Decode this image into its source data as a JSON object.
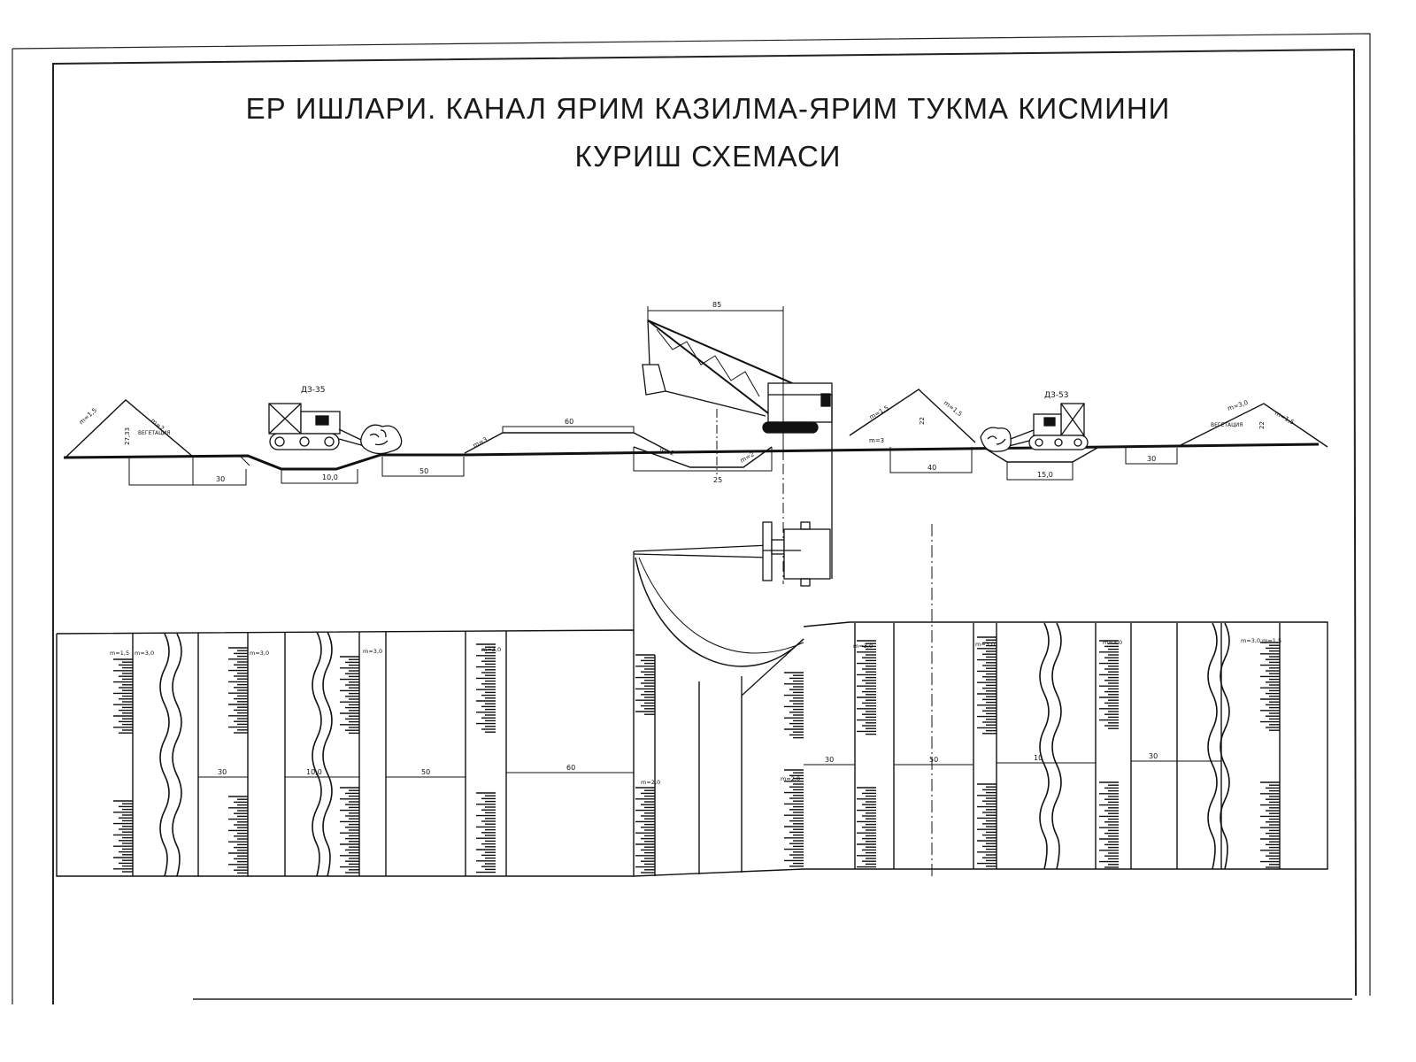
{
  "title": {
    "line1": "ЕР ИШЛАРИ. КАНАЛ ЯРИМ КАЗИЛМА-ЯРИМ ТУКМА КИСМИНИ",
    "line2": "КУРИШ СХЕМАСИ"
  },
  "machines": {
    "left_bulldozer": "ДЗ-35",
    "right_bulldozer": "ДЗ-53",
    "excavator_reach": "85"
  },
  "section_labels": {
    "left_vegetation": "ВЕГЕТАЦИЯ",
    "right_vegetation": "ВЕГЕТАЦИЯ",
    "left_height": "27,33",
    "right_height": "22",
    "center_height": "22",
    "slope_m15": "m=1,5",
    "slope_m2": "m=2",
    "slope_m3": "m=3",
    "slope_m30": "m=3,0",
    "slope_m20": "m=2,0",
    "slope_m1": "m=1"
  },
  "section_dims": {
    "d30_left": "30",
    "d100_left": "10,0",
    "d50_left": "50",
    "d60_top": "60",
    "d25_center": "25",
    "d40_right": "40",
    "d150_right": "15,0",
    "d30_right": "30"
  },
  "plan_labels": {
    "m15_a": "m=1,5",
    "m30_a": "m=3,0",
    "m30_b": "m=3,0",
    "m30_c": "m=3,0",
    "m30_d": "m=3,0",
    "m20_left": "m=2,0",
    "m20_right": "m=2,0",
    "m30_e": "m=3,0",
    "m30_f": "m=3,0",
    "m30_g": "m=3,0",
    "m30_h": "m=3,0",
    "m15_b": "m=1,5"
  },
  "plan_dims": {
    "p30_a": "30",
    "p100": "10,0",
    "p50_a": "50",
    "p60": "60",
    "p30_b": "30",
    "p50_b": "50",
    "p10": "10",
    "p30_c": "30"
  }
}
